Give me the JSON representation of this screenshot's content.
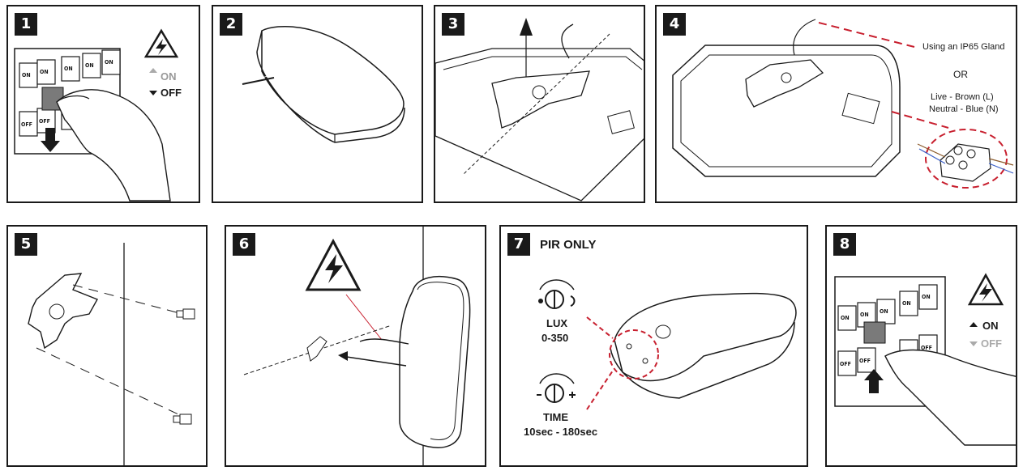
{
  "steps": [
    {
      "number": "1",
      "switch_on": "ON",
      "switch_off": "OFF",
      "legend_on": "ON",
      "legend_off": "OFF"
    },
    {
      "number": "2"
    },
    {
      "number": "3"
    },
    {
      "number": "4",
      "gland": "Using an IP65 Gland",
      "or": "OR",
      "live": "Live - Brown (L)",
      "neutral": "Neutral - Blue (N)"
    },
    {
      "number": "5"
    },
    {
      "number": "6"
    },
    {
      "number": "7",
      "title": "PIR ONLY",
      "lux_label": "LUX",
      "lux_range": "0-350",
      "time_label": "TIME",
      "time_range": "10sec - 180sec"
    },
    {
      "number": "8",
      "switch_on": "ON",
      "switch_off": "OFF",
      "legend_on": "ON",
      "legend_off": "OFF"
    }
  ],
  "colors": {
    "ink": "#1a1a1a",
    "accent_red": "#c8202f",
    "grey": "#9a9a9a"
  },
  "icons": [
    "high-voltage-icon",
    "arrow-up-icon",
    "arrow-down-icon",
    "sun-icon",
    "moon-icon",
    "dial-icon"
  ]
}
